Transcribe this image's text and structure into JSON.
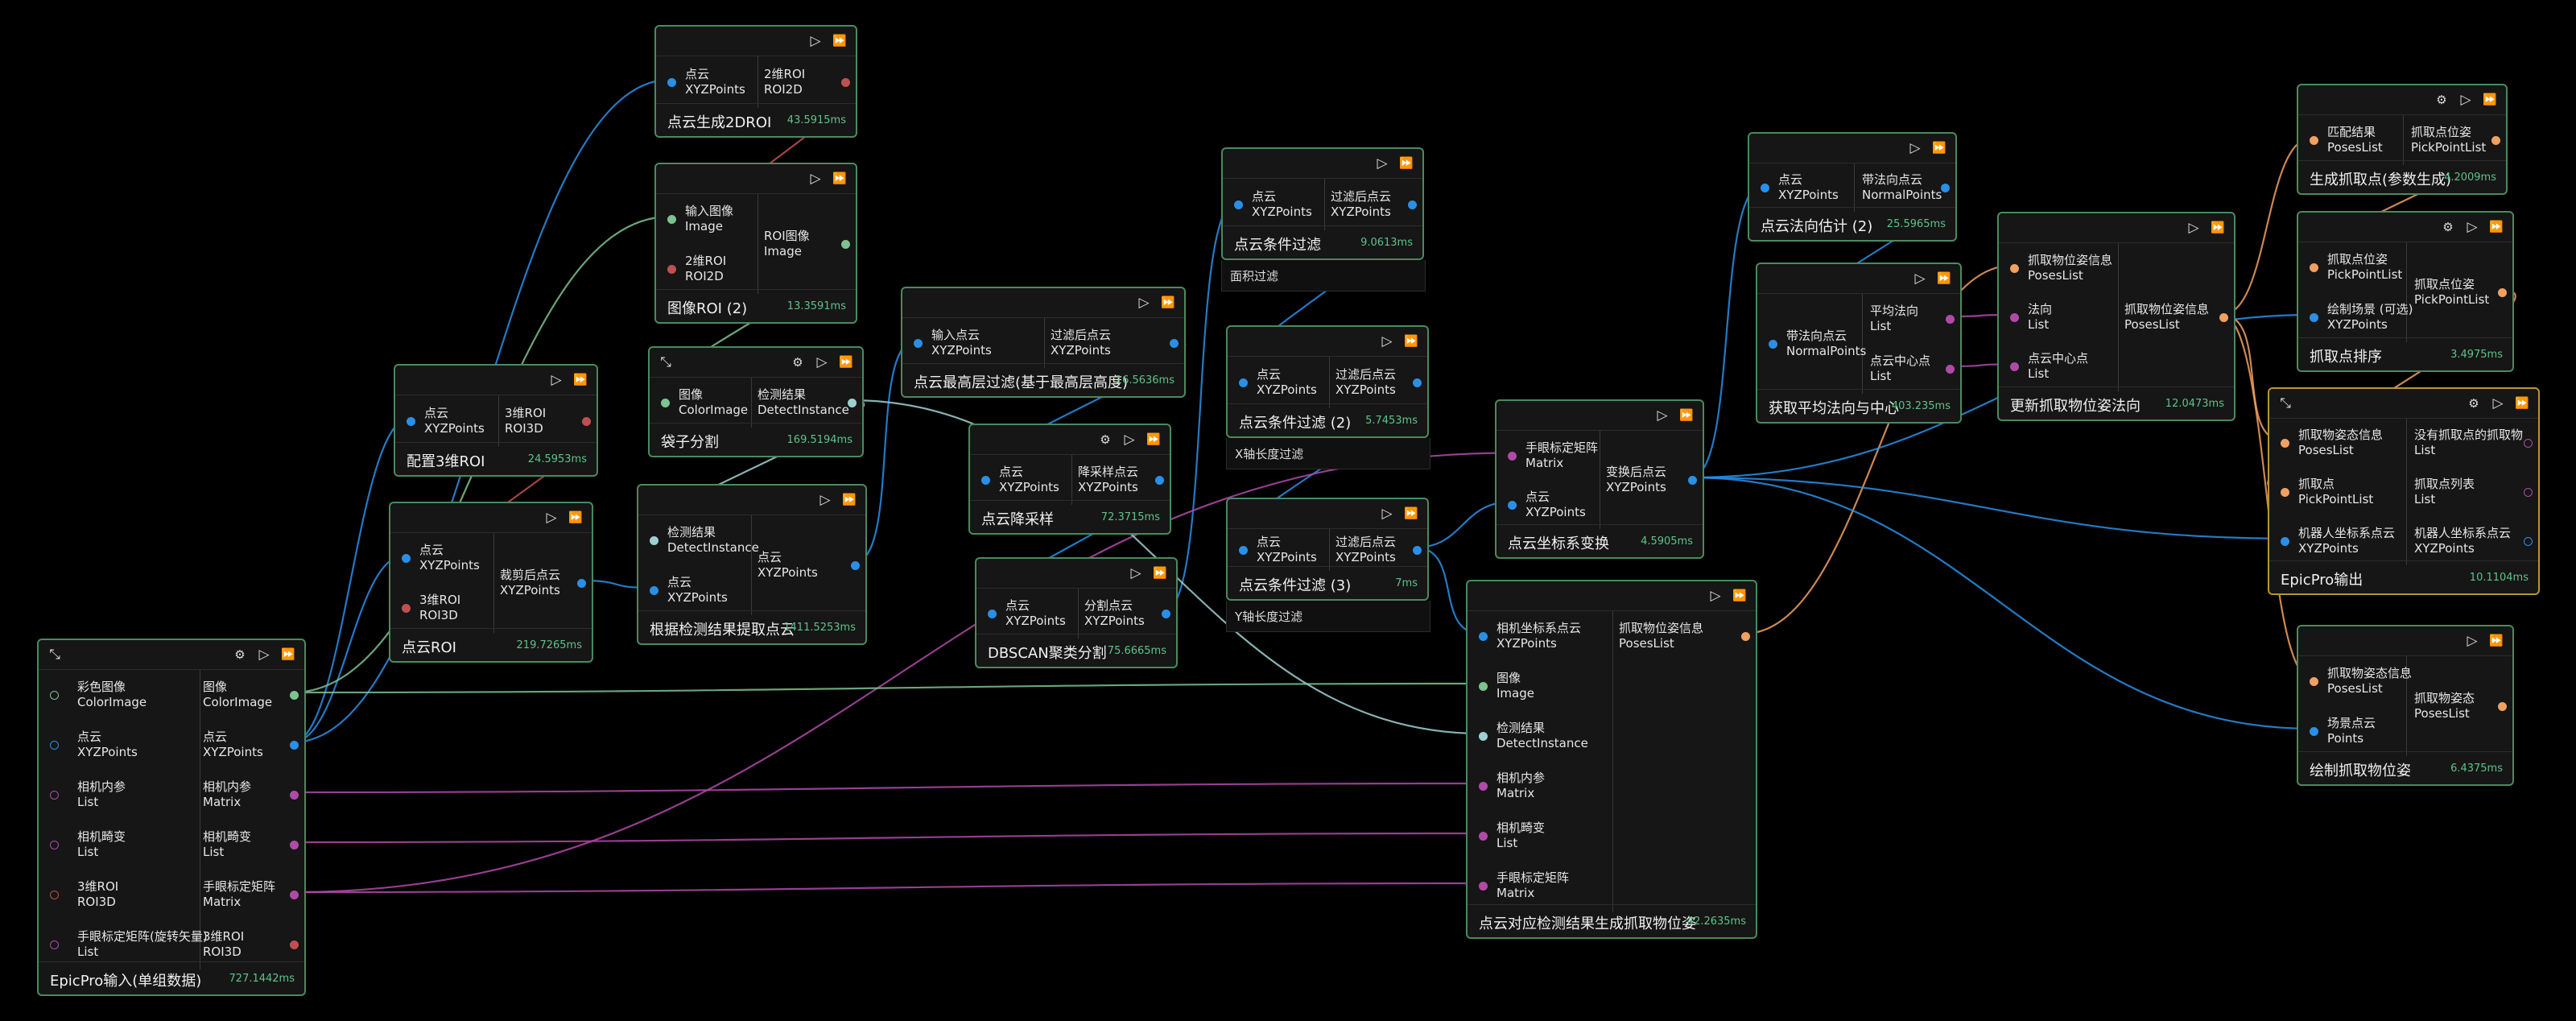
{
  "colors": {
    "point": "#2a8fe6",
    "image": "#7dc28f",
    "roi": "#c05050",
    "matrix": "#b04aa8",
    "detect": "#9ed0d0",
    "pose": "#f0a060",
    "normal": "#2a8fe6",
    "output": "#c9a030"
  },
  "icons": {
    "run": "play-icon",
    "run_all": "fast-forward-icon",
    "settings": "gear-icon",
    "collapse": "collapse-icon"
  },
  "nodes": {
    "epicpro_input": {
      "title": "EpicPro输入(单组数据)",
      "time": "727.1442ms",
      "inputs": [
        {
          "cn": "彩色图像",
          "en": "ColorImage"
        },
        {
          "cn": "点云",
          "en": "XYZPoints"
        },
        {
          "cn": "相机内参",
          "en": "List"
        },
        {
          "cn": "相机畸变",
          "en": "List"
        },
        {
          "cn": "3维ROI",
          "en": "ROI3D"
        },
        {
          "cn": "手眼标定矩阵(旋转矢量)",
          "en": "List"
        }
      ],
      "outputs": [
        {
          "cn": "图像",
          "en": "ColorImage"
        },
        {
          "cn": "点云",
          "en": "XYZPoints"
        },
        {
          "cn": "相机内参",
          "en": "Matrix"
        },
        {
          "cn": "相机畸变",
          "en": "List"
        },
        {
          "cn": "手眼标定矩阵",
          "en": "Matrix"
        },
        {
          "cn": "3维ROI",
          "en": "ROI3D"
        }
      ]
    },
    "config_roi": {
      "title": "配置3维ROI",
      "time": "24.5953ms",
      "inputs": [
        {
          "cn": "点云",
          "en": "XYZPoints"
        }
      ],
      "outputs": [
        {
          "cn": "3维ROI",
          "en": "ROI3D"
        }
      ]
    },
    "pc_roi": {
      "title": "点云ROI",
      "time": "219.7265ms",
      "inputs": [
        {
          "cn": "点云",
          "en": "XYZPoints"
        },
        {
          "cn": "3维ROI",
          "en": "ROI3D"
        }
      ],
      "outputs": [
        {
          "cn": "裁剪后点云",
          "en": "XYZPoints"
        }
      ]
    },
    "pc_2droi": {
      "title": "点云生成2DROI",
      "time": "43.5915ms",
      "inputs": [
        {
          "cn": "点云",
          "en": "XYZPoints"
        }
      ],
      "outputs": [
        {
          "cn": "2维ROI",
          "en": "ROI2D"
        }
      ]
    },
    "img_roi": {
      "title": "图像ROI (2)",
      "time": "13.3591ms",
      "inputs": [
        {
          "cn": "输入图像",
          "en": "Image"
        },
        {
          "cn": "2维ROI",
          "en": "ROI2D"
        }
      ],
      "outputs": [
        {
          "cn": "ROI图像",
          "en": "Image"
        }
      ]
    },
    "bag_seg": {
      "title": "袋子分割",
      "time": "169.5194ms",
      "inputs": [
        {
          "cn": "图像",
          "en": "ColorImage"
        }
      ],
      "outputs": [
        {
          "cn": "检测结果",
          "en": "DetectInstance"
        }
      ]
    },
    "extract_pc": {
      "title": "根据检测结果提取点云",
      "time": "1411.5253ms",
      "inputs": [
        {
          "cn": "检测结果",
          "en": "DetectInstance"
        },
        {
          "cn": "点云",
          "en": "XYZPoints"
        }
      ],
      "outputs": [
        {
          "cn": "点云",
          "en": "XYZPoints"
        }
      ]
    },
    "top_layer": {
      "title": "点云最高层过滤(基于最高层高度)",
      "time": "16.5636ms",
      "inputs": [
        {
          "cn": "输入点云",
          "en": "XYZPoints"
        }
      ],
      "outputs": [
        {
          "cn": "过滤后点云",
          "en": "XYZPoints"
        }
      ]
    },
    "downsample": {
      "title": "点云降采样",
      "time": "72.3715ms",
      "inputs": [
        {
          "cn": "点云",
          "en": "XYZPoints"
        }
      ],
      "outputs": [
        {
          "cn": "降采样点云",
          "en": "XYZPoints"
        }
      ]
    },
    "dbscan": {
      "title": "DBSCAN聚类分割",
      "time": "75.6665ms",
      "inputs": [
        {
          "cn": "点云",
          "en": "XYZPoints"
        }
      ],
      "outputs": [
        {
          "cn": "分割点云",
          "en": "XYZPoints"
        }
      ]
    },
    "cond1": {
      "title": "点云条件过滤",
      "time": "9.0613ms",
      "sub": "面积过滤",
      "inputs": [
        {
          "cn": "点云",
          "en": "XYZPoints"
        }
      ],
      "outputs": [
        {
          "cn": "过滤后点云",
          "en": "XYZPoints"
        }
      ]
    },
    "cond2": {
      "title": "点云条件过滤 (2)",
      "time": "5.7453ms",
      "sub": "X轴长度过滤",
      "inputs": [
        {
          "cn": "点云",
          "en": "XYZPoints"
        }
      ],
      "outputs": [
        {
          "cn": "过滤后点云",
          "en": "XYZPoints"
        }
      ]
    },
    "cond3": {
      "title": "点云条件过滤 (3)",
      "time": "7ms",
      "sub": "Y轴长度过滤",
      "inputs": [
        {
          "cn": "点云",
          "en": "XYZPoints"
        }
      ],
      "outputs": [
        {
          "cn": "过滤后点云",
          "en": "XYZPoints"
        }
      ]
    },
    "coord_tf": {
      "title": "点云坐标系变换",
      "time": "4.5905ms",
      "inputs": [
        {
          "cn": "手眼标定矩阵",
          "en": "Matrix"
        },
        {
          "cn": "点云",
          "en": "XYZPoints"
        }
      ],
      "outputs": [
        {
          "cn": "变换后点云",
          "en": "XYZPoints"
        }
      ]
    },
    "gen_pose": {
      "title": "点云对应检测结果生成抓取物位姿",
      "time": "42.2635ms",
      "inputs": [
        {
          "cn": "相机坐标系点云",
          "en": "XYZPoints"
        },
        {
          "cn": "图像",
          "en": "Image"
        },
        {
          "cn": "检测结果",
          "en": "DetectInstance"
        },
        {
          "cn": "相机内参",
          "en": "Matrix"
        },
        {
          "cn": "相机畸变",
          "en": "List"
        },
        {
          "cn": "手眼标定矩阵",
          "en": "Matrix"
        }
      ],
      "outputs": [
        {
          "cn": "抓取物位姿信息",
          "en": "PosesList"
        }
      ]
    },
    "normal_est": {
      "title": "点云法向估计 (2)",
      "time": "25.5965ms",
      "inputs": [
        {
          "cn": "点云",
          "en": "XYZPoints"
        }
      ],
      "outputs": [
        {
          "cn": "带法向点云",
          "en": "NormalPoints"
        }
      ]
    },
    "avg_normal": {
      "title": "获取平均法向与中心",
      "time": "403.235ms",
      "inputs": [
        {
          "cn": "带法向点云",
          "en": "NormalPoints"
        }
      ],
      "outputs": [
        {
          "cn": "平均法向",
          "en": "List"
        },
        {
          "cn": "点云中心点",
          "en": "List"
        }
      ]
    },
    "update_pose": {
      "title": "更新抓取物位姿法向",
      "time": "12.0473ms",
      "inputs": [
        {
          "cn": "抓取物位姿信息",
          "en": "PosesList"
        },
        {
          "cn": "法向",
          "en": "List"
        },
        {
          "cn": "点云中心点",
          "en": "List"
        }
      ],
      "outputs": [
        {
          "cn": "抓取物位姿信息",
          "en": "PosesList"
        }
      ]
    },
    "gen_pick": {
      "title": "生成抓取点(参数生成)",
      "time": "4.2009ms",
      "inputs": [
        {
          "cn": "匹配结果",
          "en": "PosesList"
        }
      ],
      "outputs": [
        {
          "cn": "抓取点位姿",
          "en": "PickPointList"
        }
      ]
    },
    "sort_pick": {
      "title": "抓取点排序",
      "time": "3.4975ms",
      "inputs": [
        {
          "cn": "抓取点位姿",
          "en": "PickPointList"
        },
        {
          "cn": "绘制场景 (可选)",
          "en": "XYZPoints"
        }
      ],
      "outputs": [
        {
          "cn": "抓取点位姿",
          "en": "PickPointList"
        }
      ]
    },
    "epicpro_output": {
      "title": "EpicPro输出",
      "time": "10.1104ms",
      "inputs": [
        {
          "cn": "抓取物姿态信息",
          "en": "PosesList"
        },
        {
          "cn": "抓取点",
          "en": "PickPointList"
        },
        {
          "cn": "机器人坐标系点云",
          "en": "XYZPoints"
        }
      ],
      "outputs": [
        {
          "cn": "没有抓取点的抓取物",
          "en": "List"
        },
        {
          "cn": "抓取点列表",
          "en": "List"
        },
        {
          "cn": "机器人坐标系点云",
          "en": "XYZPoints"
        }
      ]
    },
    "draw_pose": {
      "title": "绘制抓取物位姿",
      "time": "6.4375ms",
      "inputs": [
        {
          "cn": "抓取物姿态信息",
          "en": "PosesList"
        },
        {
          "cn": "场景点云",
          "en": "Points"
        }
      ],
      "outputs": [
        {
          "cn": "抓取物姿态",
          "en": "PosesList"
        }
      ]
    }
  }
}
